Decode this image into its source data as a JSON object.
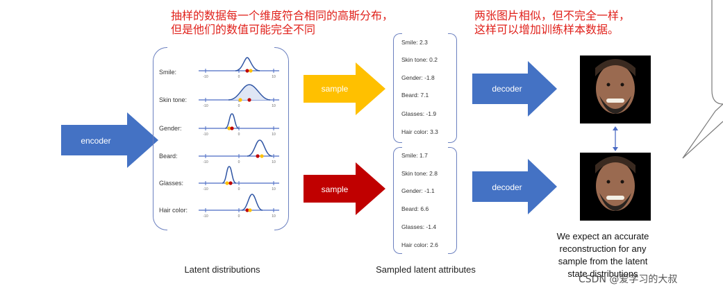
{
  "notes": {
    "left_line1": "抽样的数据每一个维度符合相同的高斯分布，",
    "left_line2": "但是他们的数值可能完全不同",
    "right_line1": "两张图片相似，但不完全一样，",
    "right_line2": "这样可以增加训练样本数据。"
  },
  "arrows": {
    "encoder": "encoder",
    "sample_top": "sample",
    "sample_bottom": "sample",
    "decoder_top": "decoder",
    "decoder_bottom": "decoder"
  },
  "distributions": {
    "attributes": [
      "Smile:",
      "Skin tone:",
      "Gender:",
      "Beard:",
      "Glasses:",
      "Hair color:"
    ],
    "ticks": [
      "-10",
      "0",
      "10"
    ]
  },
  "samples_top": [
    "Smile:  2.3",
    "Skin tone: 0.2",
    "Gender: -1.8",
    "Beard: 7.1",
    "Glasses: -1.9",
    "Hair color: 3.3"
  ],
  "samples_bottom": [
    "Smile:  1.7",
    "Skin tone: 2.8",
    "Gender: -1.1",
    "Beard: 6.6",
    "Glasses: -1.4",
    "Hair color: 2.6"
  ],
  "captions": {
    "latent_distributions": "Latent distributions",
    "sampled_latent": "Sampled latent attributes"
  },
  "expect": {
    "line1": "We expect an accurate",
    "line2": "reconstruction for any",
    "line3": "sample from the latent",
    "line4": "state distributions"
  },
  "watermark": "CSDN @爱学习的大叔",
  "colors": {
    "blue_arrow": "#4472c4",
    "yellow_arrow": "#ffc000",
    "red_arrow": "#c00000",
    "note_red": "#e0211b",
    "curve": "#2f55a4"
  }
}
